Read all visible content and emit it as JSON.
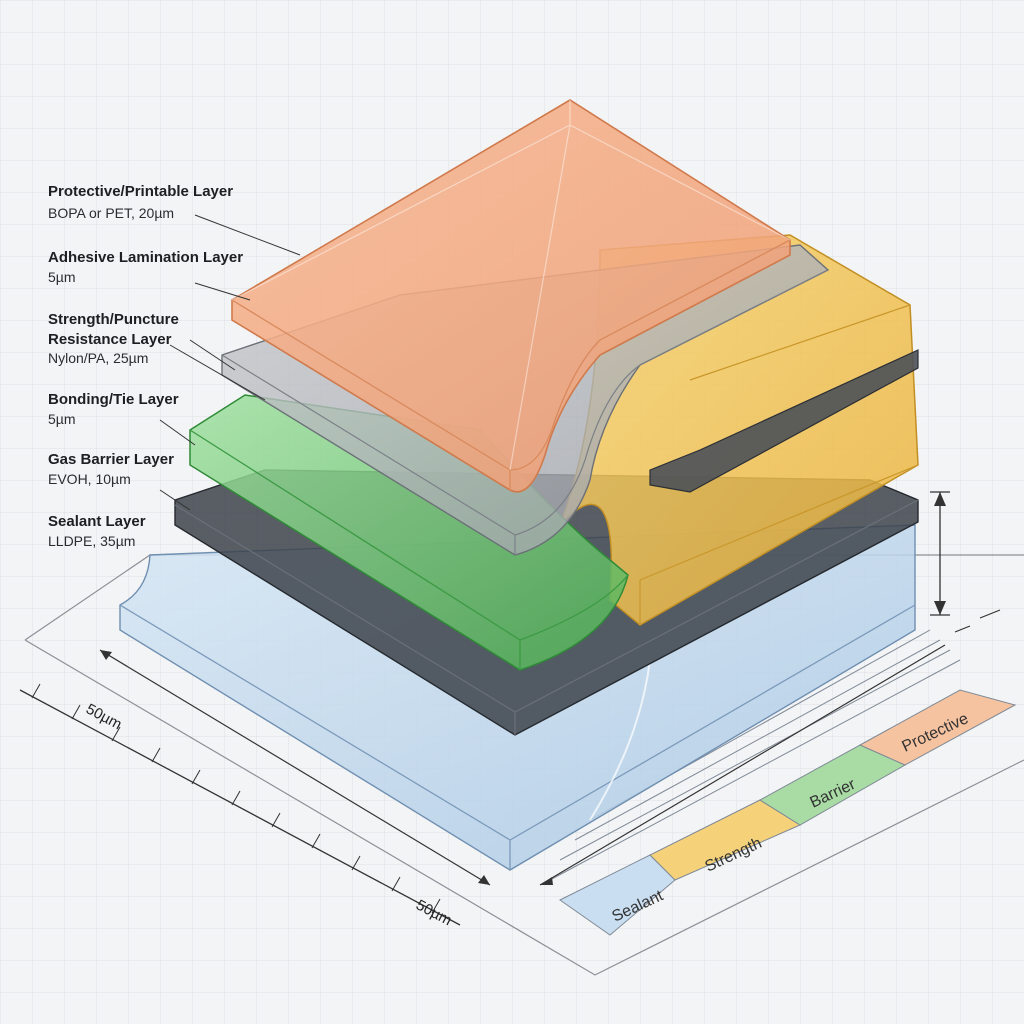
{
  "labels": [
    {
      "title": "Protective/Printable Layer",
      "sub": [
        "BOPA or PET, 20µm"
      ]
    },
    {
      "title": "Adhesive Lamination Layer",
      "sub": [
        "5µm"
      ]
    },
    {
      "title": "Strength/Puncture",
      "sub": [
        "Resistance Layer",
        "Nylon/PA, 25µm"
      ]
    },
    {
      "title": "Bonding/Tie Layer",
      "sub": [
        "5µm"
      ]
    },
    {
      "title": "Gas Barrier Layer",
      "sub": [
        "EVOH, 10µm"
      ]
    },
    {
      "title": "Sealant Layer",
      "sub": [
        "LLDPE, 35µm"
      ]
    }
  ],
  "dimensions": {
    "left": "50µm",
    "bottom": "50µm"
  },
  "legend_table": [
    "Sealant",
    "Strength",
    "Barrier",
    "Protective"
  ],
  "colors": {
    "protective": "#f2a77e",
    "adhesive": "#a9acb1",
    "strength": "#f0c04f",
    "tie": "#4b5058",
    "barrier": "#6cc46e",
    "sealant": "#b9d3ea"
  }
}
